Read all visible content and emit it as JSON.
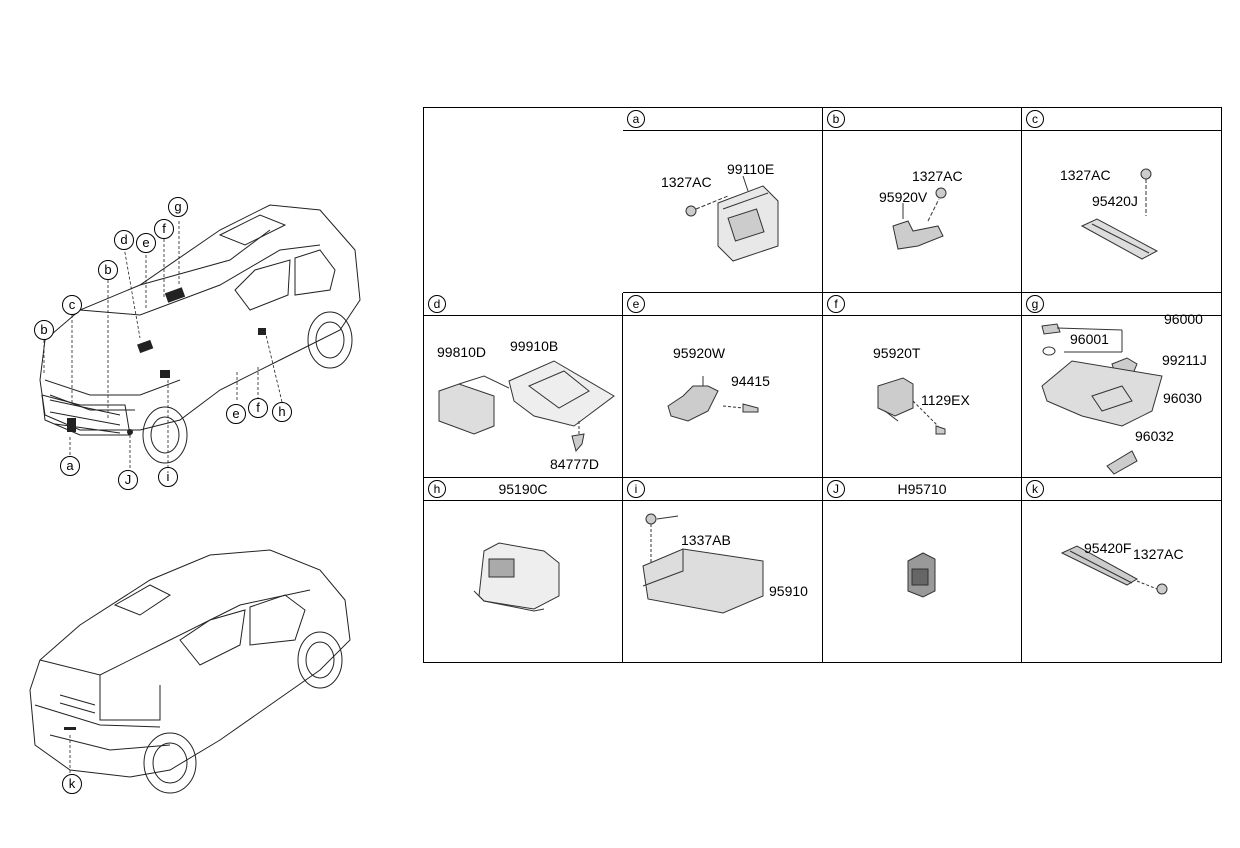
{
  "diagram": {
    "callouts_front": [
      "b",
      "c",
      "d",
      "e",
      "f",
      "g",
      "b",
      "e",
      "f",
      "h",
      "a",
      "J",
      "i"
    ],
    "callouts_rear": [
      "k"
    ],
    "cells": [
      {
        "letter": "a",
        "head_part": "",
        "parts": [
          "1327AC",
          "99110E"
        ]
      },
      {
        "letter": "b",
        "head_part": "",
        "parts": [
          "1327AC",
          "95920V"
        ]
      },
      {
        "letter": "c",
        "head_part": "",
        "parts": [
          "1327AC",
          "95420J"
        ]
      },
      {
        "letter": "d",
        "head_part": "",
        "parts": [
          "99810D",
          "99910B",
          "84777D"
        ]
      },
      {
        "letter": "e",
        "head_part": "",
        "parts": [
          "95920W",
          "94415"
        ]
      },
      {
        "letter": "f",
        "head_part": "",
        "parts": [
          "95920T",
          "1129EX"
        ]
      },
      {
        "letter": "g",
        "head_part": "",
        "parts": [
          "96000",
          "96001",
          "99211J",
          "96030",
          "96032"
        ]
      },
      {
        "letter": "h",
        "head_part": "95190C",
        "parts": []
      },
      {
        "letter": "i",
        "head_part": "",
        "parts": [
          "1337AB",
          "95910"
        ]
      },
      {
        "letter": "J",
        "head_part": "H95710",
        "parts": []
      },
      {
        "letter": "k",
        "head_part": "",
        "parts": [
          "95420F",
          "1327AC"
        ]
      }
    ]
  }
}
